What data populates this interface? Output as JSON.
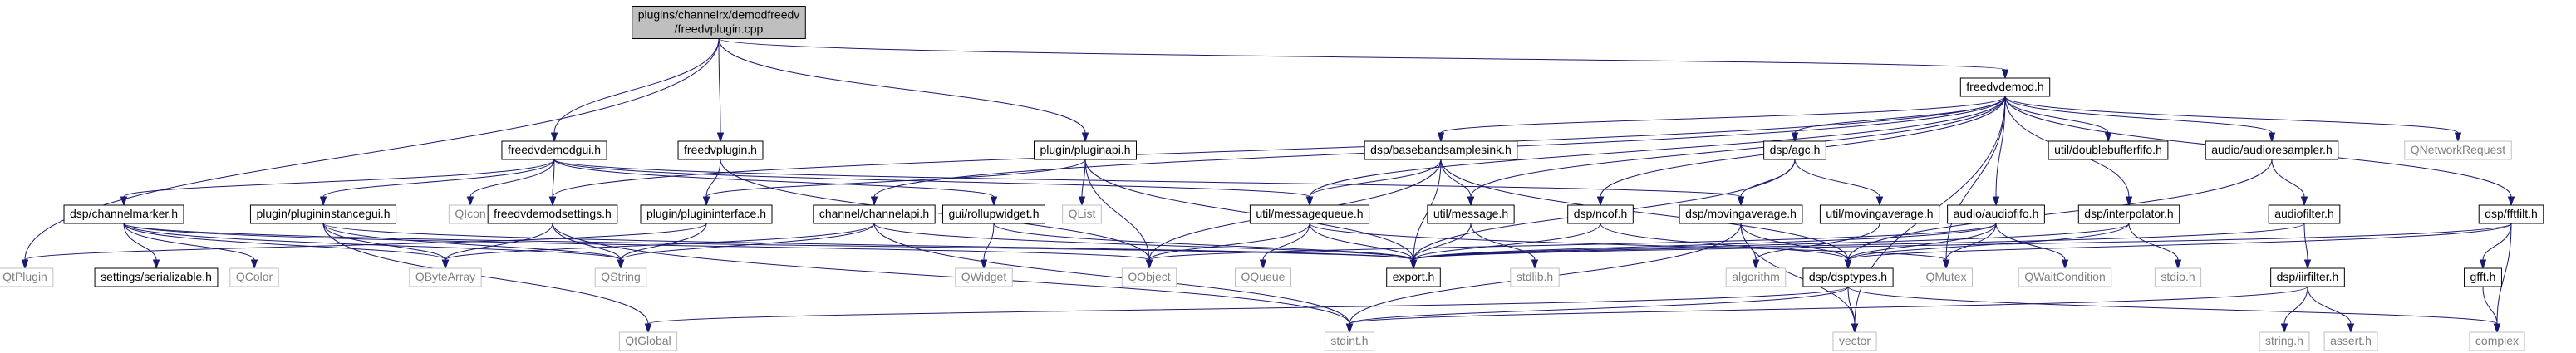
{
  "graph": {
    "nodes": [
      {
        "id": "root",
        "lines": [
          "plugins/channelrx/demodfreedv",
          "/freedvplugin.cpp"
        ],
        "kind": "root"
      },
      {
        "id": "freedvdemod_h",
        "lines": [
          "freedvdemod.h"
        ],
        "kind": "documented"
      },
      {
        "id": "freedvdemodgui_h",
        "lines": [
          "freedvdemodgui.h"
        ],
        "kind": "documented"
      },
      {
        "id": "freedvplugin_h",
        "lines": [
          "freedvplugin.h"
        ],
        "kind": "documented"
      },
      {
        "id": "plugin_pluginapi_h",
        "lines": [
          "plugin/pluginapi.h"
        ],
        "kind": "documented"
      },
      {
        "id": "dsp_basebandsamplesink_h",
        "lines": [
          "dsp/basebandsamplesink.h"
        ],
        "kind": "documented"
      },
      {
        "id": "dsp_agc_h",
        "lines": [
          "dsp/agc.h"
        ],
        "kind": "documented"
      },
      {
        "id": "util_doublebufferfifo_h",
        "lines": [
          "util/doublebufferfifo.h"
        ],
        "kind": "documented"
      },
      {
        "id": "audio_audioresampler_h",
        "lines": [
          "audio/audioresampler.h"
        ],
        "kind": "documented"
      },
      {
        "id": "QNetworkRequest",
        "lines": [
          "QNetworkRequest"
        ],
        "kind": "external"
      },
      {
        "id": "dsp_channelmarker_h",
        "lines": [
          "dsp/channelmarker.h"
        ],
        "kind": "documented"
      },
      {
        "id": "plugin_plugininstancegui_h",
        "lines": [
          "plugin/plugininstancegui.h"
        ],
        "kind": "documented"
      },
      {
        "id": "QIcon",
        "lines": [
          "QIcon"
        ],
        "kind": "external"
      },
      {
        "id": "freedvdemodsettings_h",
        "lines": [
          "freedvdemodsettings.h"
        ],
        "kind": "documented"
      },
      {
        "id": "plugin_plugininterface_h",
        "lines": [
          "plugin/plugininterface.h"
        ],
        "kind": "documented"
      },
      {
        "id": "channel_channelapi_h",
        "lines": [
          "channel/channelapi.h"
        ],
        "kind": "documented"
      },
      {
        "id": "gui_rollupwidget_h",
        "lines": [
          "gui/rollupwidget.h"
        ],
        "kind": "documented"
      },
      {
        "id": "QList",
        "lines": [
          "QList"
        ],
        "kind": "external"
      },
      {
        "id": "util_messagequeue_h",
        "lines": [
          "util/messagequeue.h"
        ],
        "kind": "documented"
      },
      {
        "id": "util_message_h",
        "lines": [
          "util/message.h"
        ],
        "kind": "documented"
      },
      {
        "id": "dsp_ncof_h",
        "lines": [
          "dsp/ncof.h"
        ],
        "kind": "documented"
      },
      {
        "id": "dsp_movingaverage_h",
        "lines": [
          "dsp/movingaverage.h"
        ],
        "kind": "documented"
      },
      {
        "id": "util_movingaverage_h",
        "lines": [
          "util/movingaverage.h"
        ],
        "kind": "documented"
      },
      {
        "id": "audio_audiofifo_h",
        "lines": [
          "audio/audiofifo.h"
        ],
        "kind": "documented"
      },
      {
        "id": "dsp_interpolator_h",
        "lines": [
          "dsp/interpolator.h"
        ],
        "kind": "documented"
      },
      {
        "id": "audiofilter_h",
        "lines": [
          "audiofilter.h"
        ],
        "kind": "documented"
      },
      {
        "id": "dsp_fftfilt_h",
        "lines": [
          "dsp/fftfilt.h"
        ],
        "kind": "documented"
      },
      {
        "id": "QtPlugin",
        "lines": [
          "QtPlugin"
        ],
        "kind": "external"
      },
      {
        "id": "settings_serializable_h",
        "lines": [
          "settings/serializable.h"
        ],
        "kind": "documented"
      },
      {
        "id": "QColor",
        "lines": [
          "QColor"
        ],
        "kind": "external"
      },
      {
        "id": "QByteArray",
        "lines": [
          "QByteArray"
        ],
        "kind": "external"
      },
      {
        "id": "QString",
        "lines": [
          "QString"
        ],
        "kind": "external"
      },
      {
        "id": "QObject",
        "lines": [
          "QObject"
        ],
        "kind": "external"
      },
      {
        "id": "QWidget",
        "lines": [
          "QWidget"
        ],
        "kind": "external"
      },
      {
        "id": "QQueue",
        "lines": [
          "QQueue"
        ],
        "kind": "external"
      },
      {
        "id": "export_h",
        "lines": [
          "export.h"
        ],
        "kind": "documented"
      },
      {
        "id": "stdlib_h",
        "lines": [
          "stdlib.h"
        ],
        "kind": "external"
      },
      {
        "id": "algorithm",
        "lines": [
          "algorithm"
        ],
        "kind": "external"
      },
      {
        "id": "dsp_dsptypes_h",
        "lines": [
          "dsp/dsptypes.h"
        ],
        "kind": "documented"
      },
      {
        "id": "QMutex",
        "lines": [
          "QMutex"
        ],
        "kind": "external"
      },
      {
        "id": "QWaitCondition",
        "lines": [
          "QWaitCondition"
        ],
        "kind": "external"
      },
      {
        "id": "stdio_h",
        "lines": [
          "stdio.h"
        ],
        "kind": "external"
      },
      {
        "id": "dsp_iirfilter_h",
        "lines": [
          "dsp/iirfilter.h"
        ],
        "kind": "documented"
      },
      {
        "id": "gfft_h",
        "lines": [
          "gfft.h"
        ],
        "kind": "documented"
      },
      {
        "id": "QtGlobal",
        "lines": [
          "QtGlobal"
        ],
        "kind": "external"
      },
      {
        "id": "stdint_h",
        "lines": [
          "stdint.h"
        ],
        "kind": "external"
      },
      {
        "id": "vector",
        "lines": [
          "vector"
        ],
        "kind": "external"
      },
      {
        "id": "complex",
        "lines": [
          "complex"
        ],
        "kind": "external"
      },
      {
        "id": "string_h",
        "lines": [
          "string.h"
        ],
        "kind": "external"
      },
      {
        "id": "assert_h",
        "lines": [
          "assert.h"
        ],
        "kind": "external"
      }
    ],
    "edges": [
      [
        "root",
        "freedvdemodgui_h"
      ],
      [
        "root",
        "freedvplugin_h"
      ],
      [
        "root",
        "plugin_pluginapi_h"
      ],
      [
        "root",
        "freedvdemod_h"
      ],
      [
        "root",
        "QtPlugin"
      ],
      [
        "freedvdemodgui_h",
        "dsp_channelmarker_h"
      ],
      [
        "freedvdemodgui_h",
        "plugin_plugininstancegui_h"
      ],
      [
        "freedvdemodgui_h",
        "QIcon"
      ],
      [
        "freedvdemodgui_h",
        "freedvdemodsettings_h"
      ],
      [
        "freedvdemodgui_h",
        "gui_rollupwidget_h"
      ],
      [
        "freedvdemodgui_h",
        "util_messagequeue_h"
      ],
      [
        "freedvdemodgui_h",
        "dsp_movingaverage_h"
      ],
      [
        "freedvplugin_h",
        "plugin_plugininterface_h"
      ],
      [
        "freedvplugin_h",
        "QObject"
      ],
      [
        "plugin_pluginapi_h",
        "QList"
      ],
      [
        "plugin_pluginapi_h",
        "QObject"
      ],
      [
        "plugin_pluginapi_h",
        "export_h"
      ],
      [
        "plugin_pluginapi_h",
        "plugin_plugininterface_h"
      ],
      [
        "freedvdemod_h",
        "freedvdemodsettings_h"
      ],
      [
        "freedvdemod_h",
        "channel_channelapi_h"
      ],
      [
        "freedvdemod_h",
        "dsp_basebandsamplesink_h"
      ],
      [
        "freedvdemod_h",
        "util_message_h"
      ],
      [
        "freedvdemod_h",
        "dsp_ncof_h"
      ],
      [
        "freedvdemod_h",
        "dsp_agc_h"
      ],
      [
        "freedvdemod_h",
        "util_doublebufferfifo_h"
      ],
      [
        "freedvdemod_h",
        "audio_audioresampler_h"
      ],
      [
        "freedvdemod_h",
        "QNetworkRequest"
      ],
      [
        "freedvdemod_h",
        "audio_audiofifo_h"
      ],
      [
        "freedvdemod_h",
        "dsp_interpolator_h"
      ],
      [
        "freedvdemod_h",
        "dsp_fftfilt_h"
      ],
      [
        "freedvdemod_h",
        "QMutex"
      ],
      [
        "freedvdemod_h",
        "vector"
      ],
      [
        "freedvdemod_h",
        "util_messagequeue_h"
      ],
      [
        "dsp_channelmarker_h",
        "QObject"
      ],
      [
        "dsp_channelmarker_h",
        "QColor"
      ],
      [
        "dsp_channelmarker_h",
        "settings_serializable_h"
      ],
      [
        "dsp_channelmarker_h",
        "QString"
      ],
      [
        "dsp_channelmarker_h",
        "QByteArray"
      ],
      [
        "dsp_channelmarker_h",
        "export_h"
      ],
      [
        "plugin_plugininstancegui_h",
        "QtGlobal"
      ],
      [
        "plugin_plugininstancegui_h",
        "QString"
      ],
      [
        "plugin_plugininstancegui_h",
        "QByteArray"
      ],
      [
        "plugin_plugininstancegui_h",
        "export_h"
      ],
      [
        "freedvdemodsettings_h",
        "QByteArray"
      ],
      [
        "freedvdemodsettings_h",
        "QString"
      ],
      [
        "freedvdemodsettings_h",
        "stdint_h"
      ],
      [
        "plugin_plugininterface_h",
        "QtPlugin"
      ],
      [
        "plugin_plugininterface_h",
        "QString"
      ],
      [
        "channel_channelapi_h",
        "QString"
      ],
      [
        "channel_channelapi_h",
        "QByteArray"
      ],
      [
        "channel_channelapi_h",
        "stdint_h"
      ],
      [
        "channel_channelapi_h",
        "export_h"
      ],
      [
        "gui_rollupwidget_h",
        "QWidget"
      ],
      [
        "gui_rollupwidget_h",
        "export_h"
      ],
      [
        "dsp_basebandsamplesink_h",
        "QObject"
      ],
      [
        "dsp_basebandsamplesink_h",
        "dsp_dsptypes_h"
      ],
      [
        "dsp_basebandsamplesink_h",
        "export_h"
      ],
      [
        "dsp_basebandsamplesink_h",
        "util_messagequeue_h"
      ],
      [
        "dsp_basebandsamplesink_h",
        "util_message_h"
      ],
      [
        "util_messagequeue_h",
        "QObject"
      ],
      [
        "util_messagequeue_h",
        "QQueue"
      ],
      [
        "util_messagequeue_h",
        "QMutex"
      ],
      [
        "util_messagequeue_h",
        "export_h"
      ],
      [
        "util_message_h",
        "stdlib_h"
      ],
      [
        "util_message_h",
        "export_h"
      ],
      [
        "dsp_ncof_h",
        "dsp_dsptypes_h"
      ],
      [
        "dsp_ncof_h",
        "export_h"
      ],
      [
        "dsp_agc_h",
        "dsp_movingaverage_h"
      ],
      [
        "dsp_agc_h",
        "util_movingaverage_h"
      ],
      [
        "dsp_agc_h",
        "export_h"
      ],
      [
        "dsp_movingaverage_h",
        "stdint_h"
      ],
      [
        "dsp_movingaverage_h",
        "vector"
      ],
      [
        "dsp_movingaverage_h",
        "dsp_dsptypes_h"
      ],
      [
        "dsp_movingaverage_h",
        "algorithm"
      ],
      [
        "util_movingaverage_h",
        "algorithm"
      ],
      [
        "audio_audiofifo_h",
        "QObject"
      ],
      [
        "audio_audiofifo_h",
        "QMutex"
      ],
      [
        "audio_audiofifo_h",
        "QWaitCondition"
      ],
      [
        "audio_audiofifo_h",
        "dsp_dsptypes_h"
      ],
      [
        "audio_audiofifo_h",
        "export_h"
      ],
      [
        "dsp_interpolator_h",
        "dsp_dsptypes_h"
      ],
      [
        "dsp_interpolator_h",
        "export_h"
      ],
      [
        "dsp_interpolator_h",
        "stdio_h"
      ],
      [
        "audio_audioresampler_h",
        "dsp_dsptypes_h"
      ],
      [
        "audio_audioresampler_h",
        "audiofilter_h"
      ],
      [
        "audiofilter_h",
        "dsp_iirfilter_h"
      ],
      [
        "audiofilter_h",
        "export_h"
      ],
      [
        "dsp_fftfilt_h",
        "complex"
      ],
      [
        "dsp_fftfilt_h",
        "gfft_h"
      ],
      [
        "dsp_fftfilt_h",
        "dsp_dsptypes_h"
      ],
      [
        "dsp_fftfilt_h",
        "export_h"
      ],
      [
        "gfft_h",
        "complex"
      ],
      [
        "dsp_dsptypes_h",
        "complex"
      ],
      [
        "dsp_dsptypes_h",
        "vector"
      ],
      [
        "dsp_dsptypes_h",
        "QtGlobal"
      ],
      [
        "dsp_dsptypes_h",
        "stdint_h"
      ],
      [
        "dsp_iirfilter_h",
        "stdint_h"
      ],
      [
        "dsp_iirfilter_h",
        "string_h"
      ],
      [
        "dsp_iirfilter_h",
        "assert_h"
      ]
    ]
  },
  "colors": {
    "edge": "#191970",
    "documented_border": "#000000",
    "external_border": "#bfbfbf",
    "external_text": "#7f7f7f",
    "root_fill": "#bfbfbf",
    "text": "#000000"
  }
}
